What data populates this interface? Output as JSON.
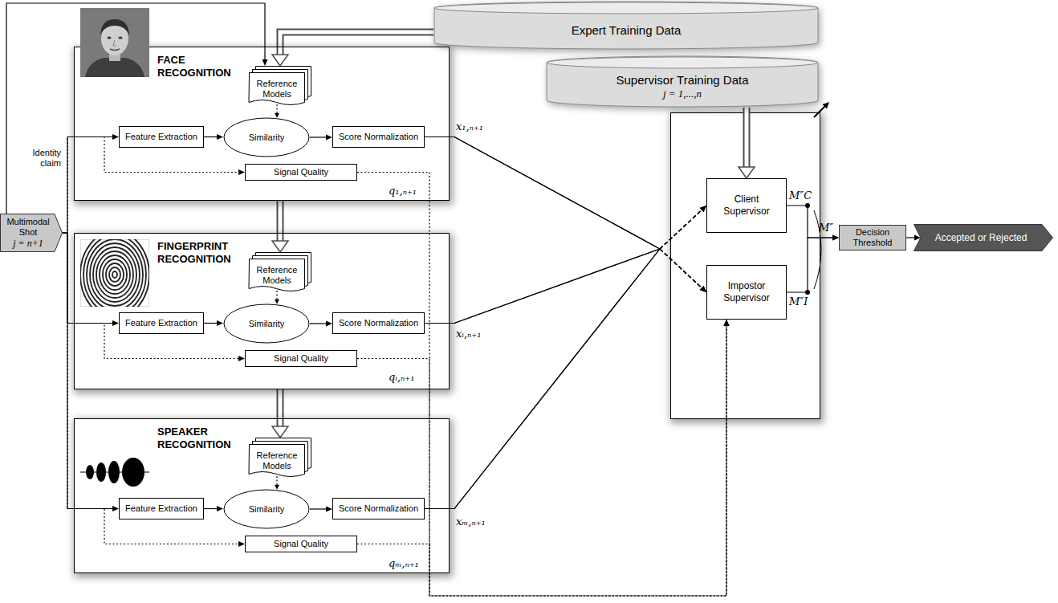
{
  "diagram": {
    "nodes": [
      {
        "text": [
          "Multimodal Shot",
          "j = n+1"
        ]
      },
      {
        "text": [
          "FACE RECOGNITION"
        ]
      },
      {
        "text": [
          "Reference Models"
        ],
        "in": 1
      },
      {
        "text": [
          "Feature Extraction"
        ],
        "in": 1
      },
      {
        "text": [
          "Similarity"
        ],
        "in": 1
      },
      {
        "text": [
          "Score Normalization"
        ],
        "in": 1
      },
      {
        "text": [
          "Signal Quality"
        ],
        "in": 1
      },
      {
        "text": [
          "FINGERPRINT RECOGNITION"
        ]
      },
      {
        "text": [
          "Reference Models"
        ],
        "in": 7
      },
      {
        "text": [
          "Feature Extraction"
        ],
        "in": 7
      },
      {
        "text": [
          "Similarity"
        ],
        "in": 7
      },
      {
        "text": [
          "Score Normalization"
        ],
        "in": 7
      },
      {
        "text": [
          "Signal Quality"
        ],
        "in": 7
      },
      {
        "text": [
          "SPEAKER RECOGNITION"
        ]
      },
      {
        "text": [
          "Reference Models"
        ],
        "in": 13
      },
      {
        "text": [
          "Feature Extraction"
        ],
        "in": 13
      },
      {
        "text": [
          "Similarity"
        ],
        "in": 13
      },
      {
        "text": [
          "Score Normalization"
        ],
        "in": 13
      },
      {
        "text": [
          "Signal Quality"
        ],
        "in": 13
      },
      {
        "text": [
          "Expert Training Data"
        ]
      },
      {
        "text": [
          "Supervisor Training Data",
          "j = 1,...,n"
        ]
      },
      {
        "text": [
          "Client Supervisor"
        ]
      },
      {
        "text": [
          "Impostor Supervisor"
        ]
      },
      {
        "text": [
          "Decision Threshold"
        ]
      },
      {
        "text": [
          "Accepted or Rejected"
        ]
      }
    ],
    "edges": [
      {
        "from": 0,
        "to": 2,
        "arrow": "to",
        "label": "Identity claim"
      },
      {
        "from": 0,
        "to": 3,
        "arrow": "to"
      },
      {
        "from": 0,
        "to": 9,
        "arrow": "to"
      },
      {
        "from": 0,
        "to": 15,
        "arrow": "to"
      },
      {
        "from": 0,
        "to": 6,
        "arrow": "to"
      },
      {
        "from": 0,
        "to": 12,
        "arrow": "to"
      },
      {
        "from": 0,
        "to": 18,
        "arrow": "to"
      },
      {
        "from": 19,
        "to": 2,
        "arrow": "to"
      },
      {
        "from": 1,
        "to": 8,
        "arrow": "to"
      },
      {
        "from": 7,
        "to": 14,
        "arrow": "to"
      },
      {
        "from": 2,
        "to": 4,
        "arrow": "to"
      },
      {
        "from": 3,
        "to": 4,
        "arrow": "to"
      },
      {
        "from": 4,
        "to": 5,
        "arrow": "to"
      },
      {
        "from": 8,
        "to": 10,
        "arrow": "to"
      },
      {
        "from": 9,
        "to": 10,
        "arrow": "to"
      },
      {
        "from": 10,
        "to": 11,
        "arrow": "to"
      },
      {
        "from": 14,
        "to": 16,
        "arrow": "to"
      },
      {
        "from": 15,
        "to": 16,
        "arrow": "to"
      },
      {
        "from": 16,
        "to": 17,
        "arrow": "to"
      },
      {
        "from": 5,
        "to": 21,
        "arrow": "to"
      },
      {
        "from": 5,
        "to": 22,
        "arrow": "to"
      },
      {
        "from": 11,
        "to": 21,
        "arrow": "to"
      },
      {
        "from": 11,
        "to": 22,
        "arrow": "to"
      },
      {
        "from": 17,
        "to": 21,
        "arrow": "to"
      },
      {
        "from": 17,
        "to": 22,
        "arrow": "to"
      },
      {
        "from": 6,
        "to": 22,
        "arrow": "to"
      },
      {
        "from": 12,
        "to": 22,
        "arrow": "to"
      },
      {
        "from": 18,
        "to": 22,
        "arrow": "to"
      },
      {
        "from": 20,
        "to": 21,
        "arrow": "to"
      },
      {
        "from": 21,
        "to": 23,
        "arrow": "to"
      },
      {
        "from": 22,
        "to": 23,
        "arrow": "to"
      },
      {
        "from": 23,
        "to": 24,
        "arrow": "to"
      }
    ],
    "labels": [
      "x₁,ₙ₊₁",
      "q₁,ₙ₊₁",
      "xᵢ,ₙ₊₁",
      "qᵢ,ₙ₊₁",
      "xₘ,ₙ₊₁",
      "qₘ,ₙ₊₁",
      "M″C",
      "M″I",
      "M″"
    ]
  }
}
